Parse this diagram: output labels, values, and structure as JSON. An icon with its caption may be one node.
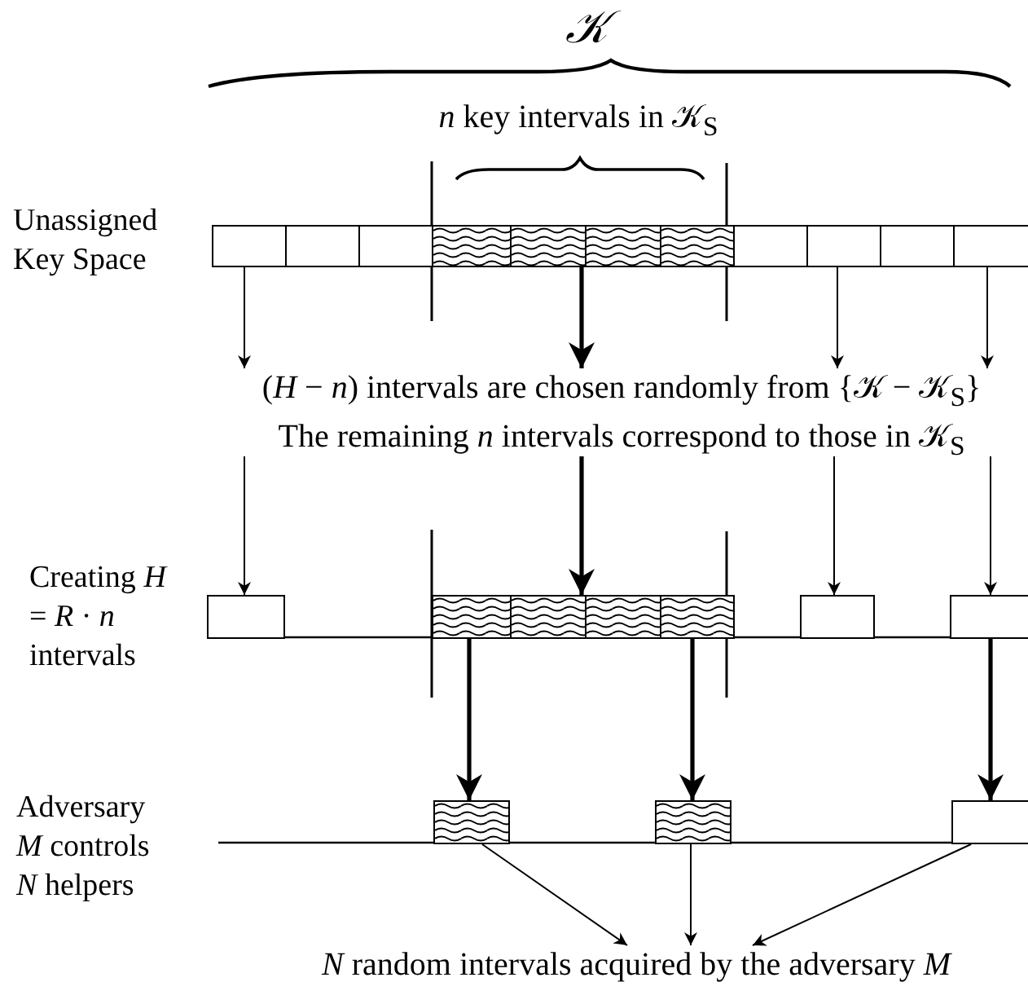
{
  "diagram": {
    "nodes": [
      {
        "text": [],
        "shape": "box"
      },
      {
        "text": [],
        "shape": "box"
      },
      {
        "text": [],
        "shape": "box"
      },
      {
        "text": [],
        "shape": "box"
      },
      {
        "text": [],
        "shape": "box"
      },
      {
        "text": [],
        "shape": "box"
      },
      {
        "text": [],
        "shape": "box"
      },
      {
        "text": [],
        "shape": "box"
      },
      {
        "text": [],
        "shape": "box"
      },
      {
        "text": [],
        "shape": "box"
      },
      {
        "text": [],
        "shape": "box"
      },
      {
        "text": [
          "(*H* − *n*) intervals are chosen randomly from {𝒦 − 𝒦$_{S}$}",
          "The remaining *n* intervals correspond to those in 𝒦$_{S}$"
        ]
      },
      {
        "text": [],
        "shape": "box"
      },
      {
        "text": [],
        "shape": "box"
      },
      {
        "text": [],
        "shape": "box"
      },
      {
        "text": [],
        "shape": "box"
      },
      {
        "text": [],
        "shape": "box"
      },
      {
        "text": [],
        "shape": "box"
      },
      {
        "text": [],
        "shape": "box"
      },
      {
        "text": [],
        "shape": "box"
      },
      {
        "text": [],
        "shape": "box"
      },
      {
        "text": [],
        "shape": "box"
      },
      {
        "text": [
          "*N* random intervals acquired by the adversary *M*"
        ]
      }
    ],
    "edges": [
      {
        "from": 0,
        "to": 11,
        "arrow": "to"
      },
      {
        "from": 4,
        "to": 11,
        "arrow": "to",
        "style": "thick"
      },
      {
        "from": 8,
        "to": 11,
        "arrow": "to"
      },
      {
        "from": 10,
        "to": 11,
        "arrow": "to"
      },
      {
        "from": 11,
        "to": 12,
        "arrow": "to"
      },
      {
        "from": 11,
        "to": 14,
        "arrow": "to",
        "style": "thick"
      },
      {
        "from": 11,
        "to": 17,
        "arrow": "to"
      },
      {
        "from": 11,
        "to": 18,
        "arrow": "to"
      },
      {
        "from": 13,
        "to": 19,
        "arrow": "to",
        "style": "thick"
      },
      {
        "from": 16,
        "to": 20,
        "arrow": "to",
        "style": "thick"
      },
      {
        "from": 18,
        "to": 21,
        "arrow": "to",
        "style": "thick"
      },
      {
        "from": 19,
        "to": 22,
        "arrow": "to"
      },
      {
        "from": 20,
        "to": 22,
        "arrow": "to"
      },
      {
        "from": 21,
        "to": 22,
        "arrow": "to"
      }
    ],
    "labels": [
      "𝒦",
      "*n* key intervals in 𝒦$_{S}$",
      "Unassigned Key Space",
      "Creating *H* = *R* · *n* intervals",
      "Adversary *M* controls *N* helpers"
    ]
  }
}
